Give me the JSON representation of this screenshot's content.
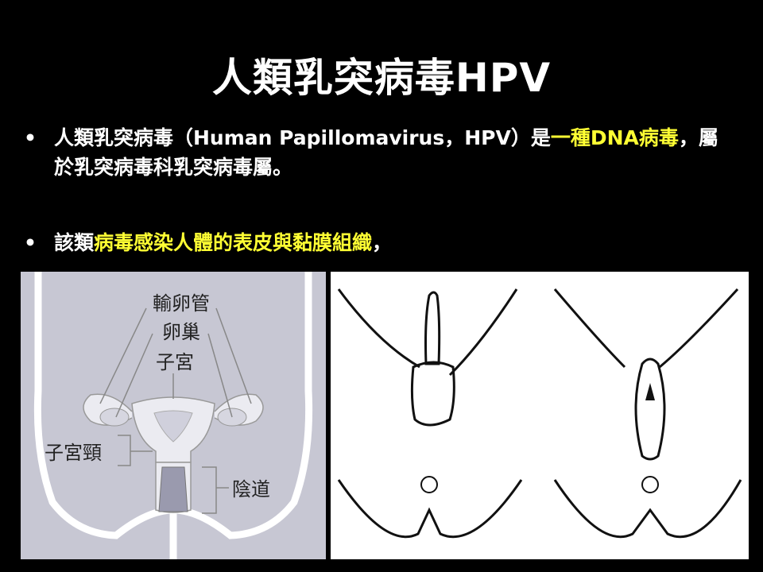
{
  "slide": {
    "title": "人類乳突病毒HPV",
    "bullet_marker": "•",
    "bullets": [
      {
        "parts": [
          {
            "text": "人類乳突病毒（Human Papillomavirus，HPV）是",
            "highlight": false
          },
          {
            "text": "一種DNA病毒",
            "highlight": true
          },
          {
            "text": "，屬於乳突病毒科乳突病毒屬。",
            "highlight": false
          }
        ]
      },
      {
        "parts": [
          {
            "text": "該類",
            "highlight": false
          },
          {
            "text": "病毒感染人體的表皮與黏膜組織",
            "highlight": true
          },
          {
            "text": "，",
            "highlight": false
          }
        ]
      }
    ]
  },
  "anatomy_labels": {
    "fallopian_tube": "輸卵管",
    "ovary": "卵巢",
    "uterus": "子宮",
    "cervix": "子宮頸",
    "vagina": "陰道"
  },
  "colors": {
    "background": "#000000",
    "text": "#ffffff",
    "highlight": "#ffff33",
    "anatomy_panel": "#c7c7d3",
    "organ_fill": "#ebebf1",
    "vagina_fill": "#9a9aae"
  }
}
